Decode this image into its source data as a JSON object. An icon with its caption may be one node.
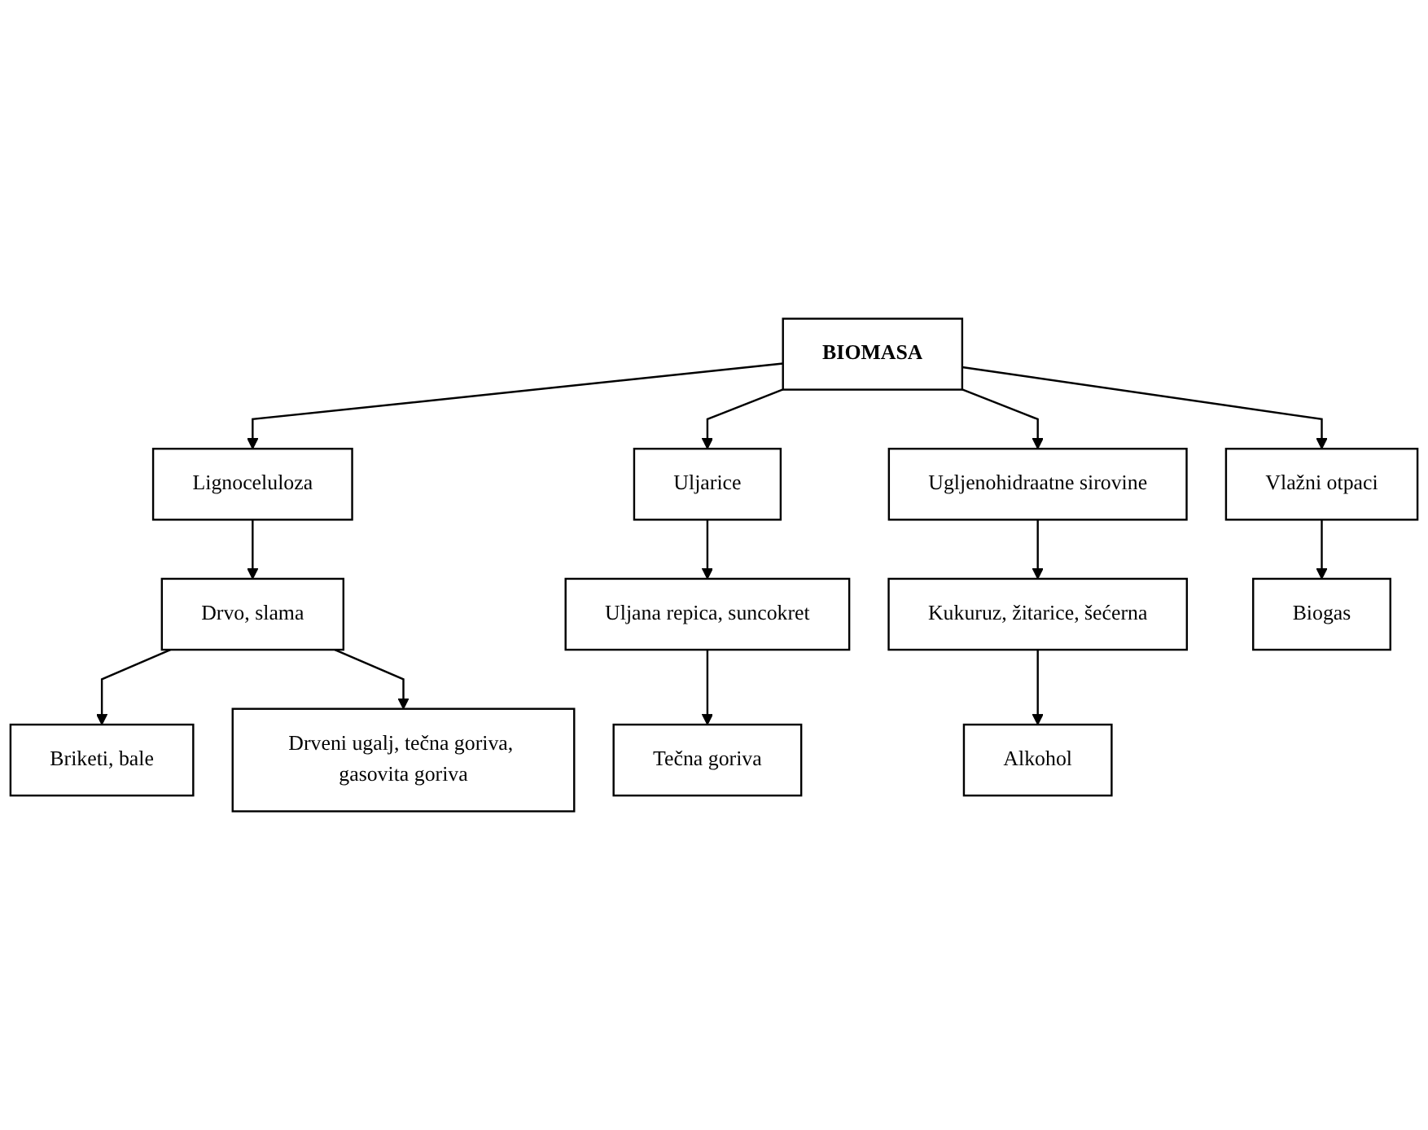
{
  "diagram": {
    "nodes": [
      {
        "text": [
          "BIOMASA"
        ]
      },
      {
        "text": [
          "Lignoceluloza"
        ]
      },
      {
        "text": [
          "Uljarice"
        ]
      },
      {
        "text": [
          "Ugljenohidraatne sirovine"
        ]
      },
      {
        "text": [
          "Vlažni otpaci"
        ]
      },
      {
        "text": [
          "Drvo, slama"
        ]
      },
      {
        "text": [
          "Uljana repica, suncokret"
        ]
      },
      {
        "text": [
          "Kukuruz, žitarice, šećerna"
        ]
      },
      {
        "text": [
          "Briketi, bale"
        ]
      },
      {
        "text": [
          "Tečna goriva"
        ]
      },
      {
        "text": [
          "Alkohol"
        ]
      },
      {
        "text": [
          "Biogas"
        ]
      },
      {
        "text": [
          "Drveni ugalj, tečna goriva, gasovita goriva"
        ]
      }
    ],
    "edges": [
      {
        "from": 0,
        "to": 1,
        "arrow": "to"
      },
      {
        "from": 0,
        "to": 2,
        "arrow": "to"
      },
      {
        "from": 0,
        "to": 3,
        "arrow": "to"
      },
      {
        "from": 0,
        "to": 4,
        "arrow": "to"
      },
      {
        "from": 1,
        "to": 5,
        "arrow": "to"
      },
      {
        "from": 2,
        "to": 6,
        "arrow": "to"
      },
      {
        "from": 3,
        "to": 7,
        "arrow": "to"
      },
      {
        "from": 4,
        "to": 11,
        "arrow": "to"
      },
      {
        "from": 5,
        "to": 8,
        "arrow": "to"
      },
      {
        "from": 5,
        "to": 12,
        "arrow": "to"
      },
      {
        "from": 6,
        "to": 9,
        "arrow": "to"
      },
      {
        "from": 7,
        "to": 10,
        "arrow": "to"
      }
    ]
  }
}
